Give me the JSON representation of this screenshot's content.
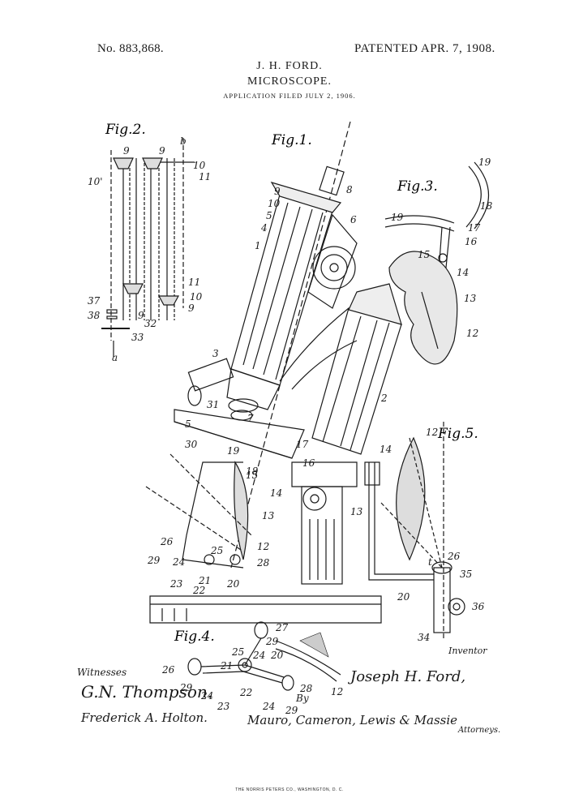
{
  "header": {
    "patent_number": "No. 883,868.",
    "patent_date": "PATENTED APR. 7, 1908.",
    "inventor": "J. H. FORD.",
    "title": "MICROSCOPE.",
    "application": "APPLICATION FILED JULY 2, 1906."
  },
  "figures": {
    "fig1": "Fig.1.",
    "fig2": "Fig.2.",
    "fig3": "Fig.3.",
    "fig4": "Fig.4.",
    "fig5": "Fig.5."
  },
  "labels": {
    "fig1": [
      "8",
      "9",
      "10",
      "5",
      "4",
      "6",
      "1",
      "3",
      "31",
      "7",
      "5",
      "30",
      "19",
      "18",
      "17",
      "16",
      "15",
      "14",
      "13",
      "12",
      "26",
      "29",
      "24",
      "25",
      "28",
      "23",
      "21",
      "22",
      "20",
      "2"
    ],
    "fig2": [
      "b",
      "9",
      "9",
      "10",
      "10'",
      "11",
      "11",
      "10",
      "37",
      "38",
      "9",
      "32",
      "33",
      "a",
      "9"
    ],
    "fig3": [
      "19",
      "18",
      "19",
      "17",
      "16",
      "15",
      "14",
      "13",
      "12"
    ],
    "fig4": [
      "27",
      "29",
      "25",
      "24",
      "20",
      "26",
      "21",
      "29",
      "24",
      "23",
      "22",
      "28",
      "24",
      "29",
      "12"
    ],
    "fig5": [
      "12",
      "14",
      "13",
      "t",
      "26",
      "35",
      "20",
      "36",
      "34"
    ]
  },
  "signatures": {
    "witnesses_label": "Witnesses",
    "witness1": "G.N. Thompson.",
    "witness2": "Frederick A. Holton.",
    "inventor_label": "Inventor",
    "inventor_sig": "Joseph H. Ford,",
    "by": "By",
    "attorneys_sig": "Mauro, Cameron, Lewis & Massie",
    "attorneys_label": "Attorneys."
  },
  "footer": {
    "printer": "THE NORRIS PETERS CO., WASHINGTON, D. C."
  }
}
